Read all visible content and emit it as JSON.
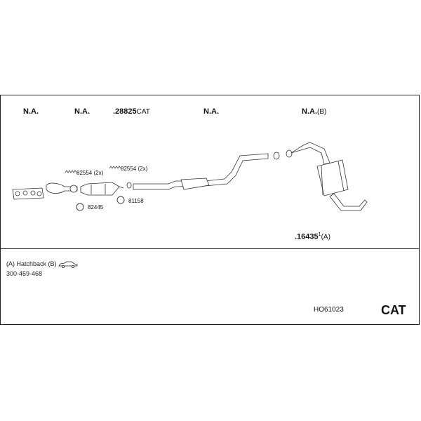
{
  "headers": [
    {
      "id": "h1",
      "main": "N.A.",
      "suffix": ""
    },
    {
      "id": "h2",
      "main": "N.A.",
      "suffix": ""
    },
    {
      "id": "h3",
      "main": ".28825",
      "suffix": "CAT"
    },
    {
      "id": "h4",
      "main": "N.A.",
      "suffix": ""
    },
    {
      "id": "h5",
      "main": "N.A.",
      "suffix": "(B)"
    }
  ],
  "parts": {
    "spring_left": "82554 (2x)",
    "spring_right": "82554 (2x)",
    "ring_left": "82445",
    "ring_right": "81158"
  },
  "rear_part": {
    "main": ".16435",
    "sup": "1",
    "suffix": "(A)"
  },
  "notes": {
    "line1_a": "(A) Hatchback",
    "line1_b": "(B)",
    "line2": "300-459-468"
  },
  "footer": {
    "code": "HO61023",
    "cat": "CAT"
  },
  "icons": [
    "car-icon",
    "spring-icon",
    "ring-icon"
  ]
}
